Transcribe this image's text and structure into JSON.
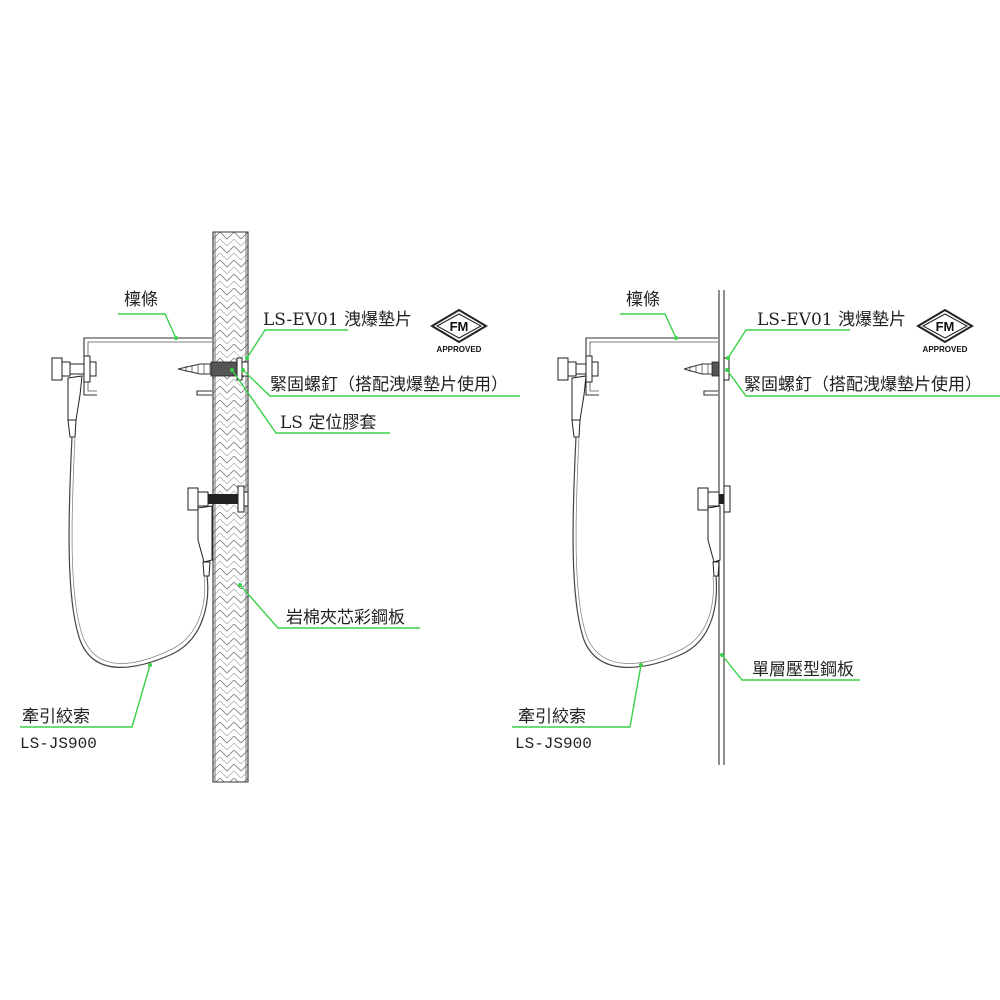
{
  "colors": {
    "leader": "#3bd14a",
    "line": "#333333",
    "background": "#ffffff"
  },
  "left": {
    "purlin": "檁條",
    "vent_piece": "LS-EV01 洩爆墊片",
    "screw": "緊固螺釘（搭配洩爆墊片使用）",
    "sleeve": "LS 定位膠套",
    "panel": "岩棉夾芯彩鋼板",
    "cable_line1": "牽引絞索",
    "cable_line2": "LS-JS900"
  },
  "right": {
    "purlin": "檁條",
    "vent_piece": "LS-EV01 洩爆墊片",
    "screw": "緊固螺釘（搭配洩爆墊片使用）",
    "panel": "單層壓型鋼板",
    "cable_line1": "牽引絞索",
    "cable_line2": "LS-JS900"
  },
  "fm_badge": {
    "top": "FM",
    "bottom": "APPROVED"
  }
}
